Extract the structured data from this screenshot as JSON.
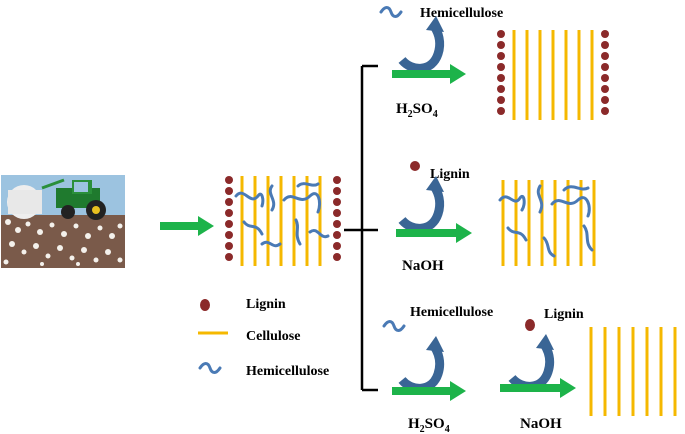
{
  "labels": {
    "hemicellulose_top": "Hemicellulose",
    "h2so4_top_main": "H",
    "h2so4_top_sub1": "2",
    "h2so4_top_mid": "SO",
    "h2so4_top_sub2": "4",
    "lignin_mid": "Lignin",
    "naoh_mid": "NaOH",
    "legend_lignin": "Lignin",
    "legend_cellulose": "Cellulose",
    "legend_hemicellulose": "Hemicellulose",
    "hemicellulose_bottom": "Hemicellulose",
    "lignin_bottom": "Lignin",
    "h2so4_bottom_main": "H",
    "h2so4_bottom_sub1": "2",
    "h2so4_bottom_mid": "SO",
    "h2so4_bottom_sub2": "4",
    "naoh_bottom": "NaOH"
  },
  "colors": {
    "lignin": "#8b2a2a",
    "cellulose": "#f5b800",
    "hemicellulose": "#4a7ab5",
    "arrow": "#1db34a",
    "curve_arrow": "#3a6595"
  }
}
